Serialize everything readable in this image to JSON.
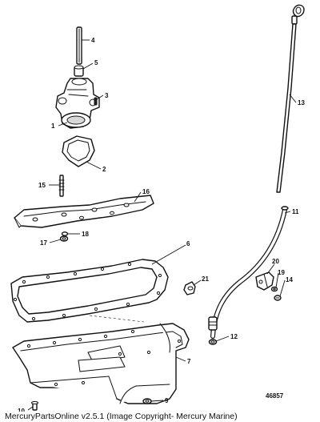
{
  "diagram": {
    "id": "46857",
    "callouts": {
      "c1": "1",
      "c2": "2",
      "c3": "3",
      "c4": "4",
      "c5": "5",
      "c6": "6",
      "c7": "7",
      "c9": "9",
      "c10": "10",
      "c11": "11",
      "c12": "12",
      "c13": "13",
      "c14": "14",
      "c15": "15",
      "c16": "16",
      "c17": "17",
      "c18": "18",
      "c19": "19",
      "c20": "20",
      "c21": "21"
    }
  },
  "footer": {
    "caption": "MercuryPartsOnline v2.5.1 (Image Copyright- Mercury Marine)"
  }
}
